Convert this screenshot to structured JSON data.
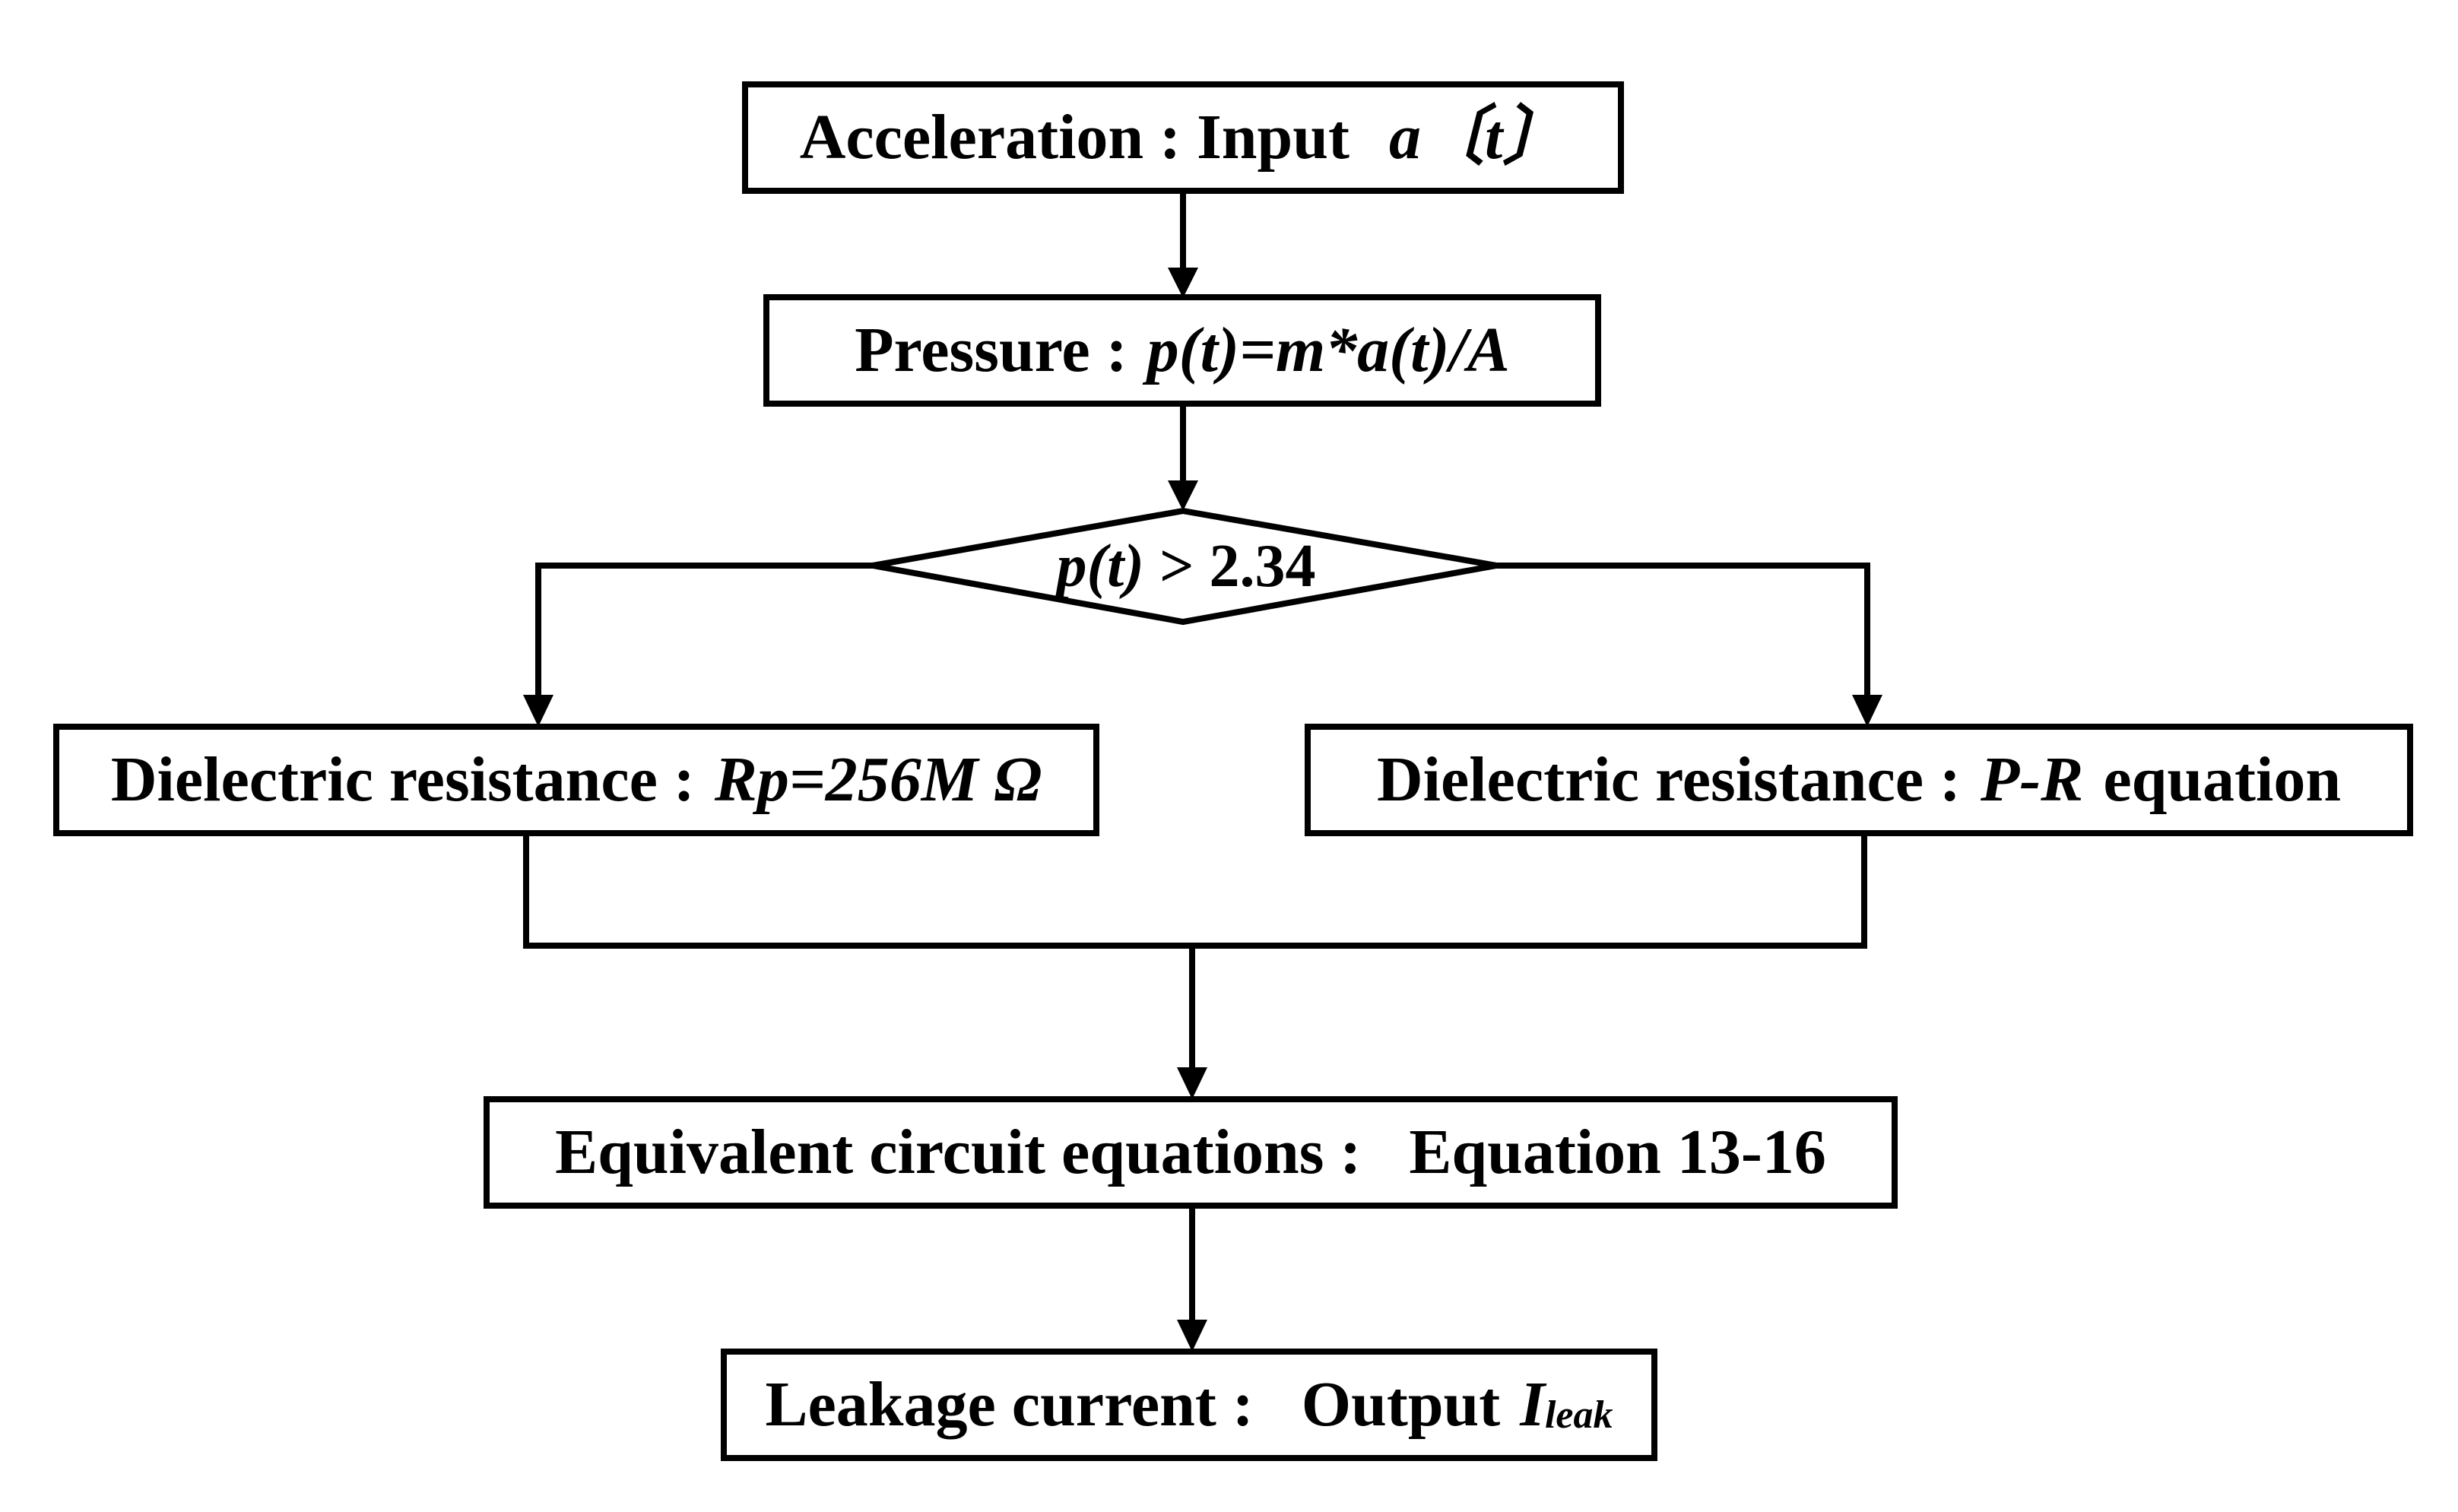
{
  "nodes": {
    "acceleration": {
      "label": "Acceleration : Input",
      "math": "a〔t〕"
    },
    "pressure": {
      "label": "Pressure :",
      "math": "p(t)=m*a(t)/A"
    },
    "decision": {
      "math": "p(t)",
      "rest": " > 2.34"
    },
    "rp": {
      "label": "Dielectric resistance :",
      "math": "Rp=256M Ω"
    },
    "pr": {
      "label": "Dielectric resistance :",
      "math": "P-R",
      "suffix": "equation"
    },
    "equations": {
      "label": "Equivalent circuit equations :   Equation 13-16"
    },
    "leakage": {
      "label": "Leakage current :   Output",
      "math": "I",
      "sub": "leak"
    }
  }
}
